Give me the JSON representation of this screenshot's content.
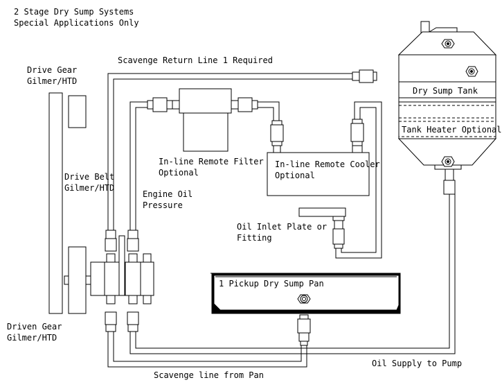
{
  "title": {
    "line1": "2 Stage Dry Sump Systems",
    "line2": "Special Applications Only"
  },
  "labels": {
    "drive_gear_1": "Drive Gear",
    "drive_gear_2": "Gilmer/HTD",
    "drive_belt_1": "Drive Belt",
    "drive_belt_2": "Gilmer/HTD",
    "driven_gear_1": "Driven Gear",
    "driven_gear_2": "Gilmer/HTD",
    "scavenge_return": "Scavenge Return Line  1 Required",
    "filter_1": "In-line Remote Filter",
    "filter_2": "Optional",
    "engine_oil_1": "Engine Oil",
    "engine_oil_2": "Pressure",
    "cooler_1": "In-line Remote Cooler",
    "cooler_2": "Optional",
    "oil_inlet_1": "Oil Inlet Plate or",
    "oil_inlet_2": "Fitting",
    "pan": "1 Pickup Dry Sump Pan",
    "tank": "Dry Sump Tank",
    "tank_heater": "Tank Heater Optional",
    "oil_supply": "Oil Supply to Pump",
    "scavenge_pan": "Scavenge line from Pan"
  }
}
